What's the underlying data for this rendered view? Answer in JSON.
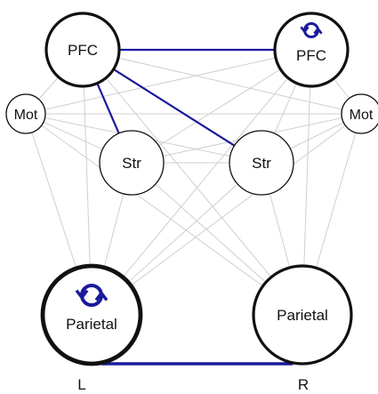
{
  "colors": {
    "background": "#ffffff",
    "edge_gray": "#cfcfcf",
    "edge_blue": "#1a1a9c",
    "node_border": "#111111",
    "loop_icon": "#1a1a9c"
  },
  "nodes": {
    "pfc_left": {
      "label": "PFC",
      "emphasis": "thick",
      "loop_icon": false
    },
    "pfc_right": {
      "label": "PFC",
      "emphasis": "thick",
      "loop_icon": true
    },
    "mot_left": {
      "label": "Mot",
      "emphasis": "thin",
      "loop_icon": false
    },
    "mot_right": {
      "label": "Mot",
      "emphasis": "thin",
      "loop_icon": false
    },
    "str_left": {
      "label": "Str",
      "emphasis": "thin",
      "loop_icon": false
    },
    "str_right": {
      "label": "Str",
      "emphasis": "thin",
      "loop_icon": false
    },
    "parietal_left": {
      "label": "Parietal",
      "emphasis": "extra-thick",
      "loop_icon": true
    },
    "parietal_right": {
      "label": "Parietal",
      "emphasis": "thick",
      "loop_icon": false
    }
  },
  "highlighted_edges": [
    [
      "pfc_left",
      "pfc_right"
    ],
    [
      "pfc_left",
      "str_left"
    ],
    [
      "pfc_left",
      "str_right"
    ],
    [
      "parietal_left",
      "parietal_right"
    ]
  ],
  "side_labels": {
    "left": "L",
    "right": "R"
  }
}
